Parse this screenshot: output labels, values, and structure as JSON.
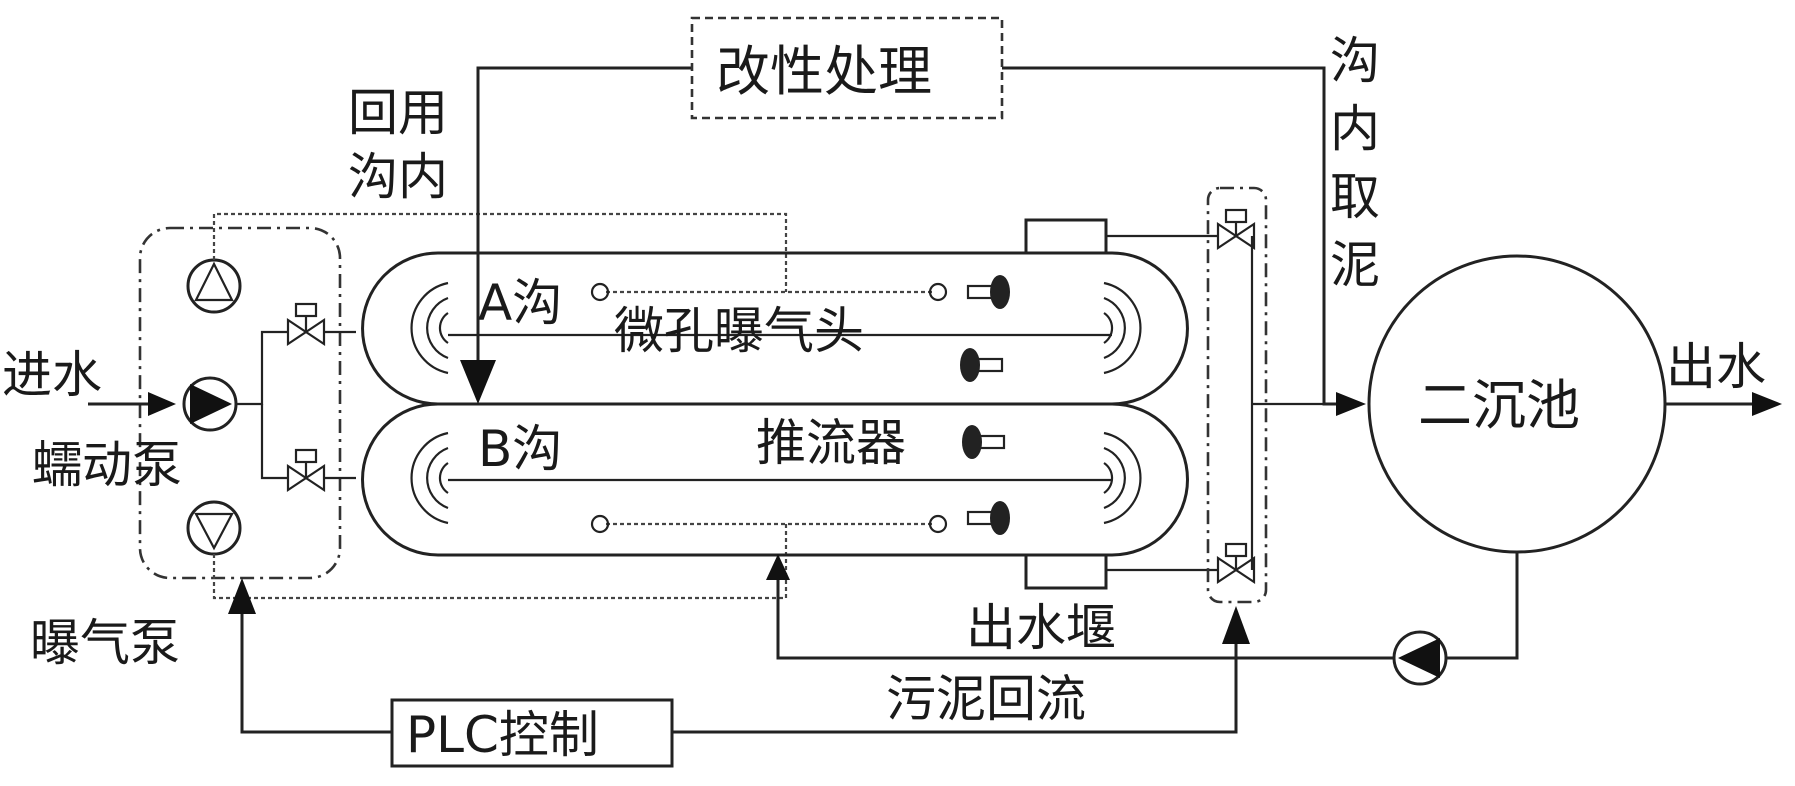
{
  "labels": {
    "modification": "改性处理",
    "recycle_line1": "回用",
    "recycle_line2": "沟内",
    "sludge_from_ditch": [
      "沟",
      "内",
      "取",
      "泥"
    ],
    "ditch_a": "A沟",
    "ditch_b": "B沟",
    "micropore_aerator": "微孔曝气头",
    "propeller": "推流器",
    "inflow": "进水",
    "peristaltic_pump": "蠕动泵",
    "aeration_pump": "曝气泵",
    "effluent_weir": "出水堰",
    "sludge_return": "污泥回流",
    "plc_control": "PLC控制",
    "secondary_clarifier": "二沉池",
    "outflow": "出水"
  }
}
